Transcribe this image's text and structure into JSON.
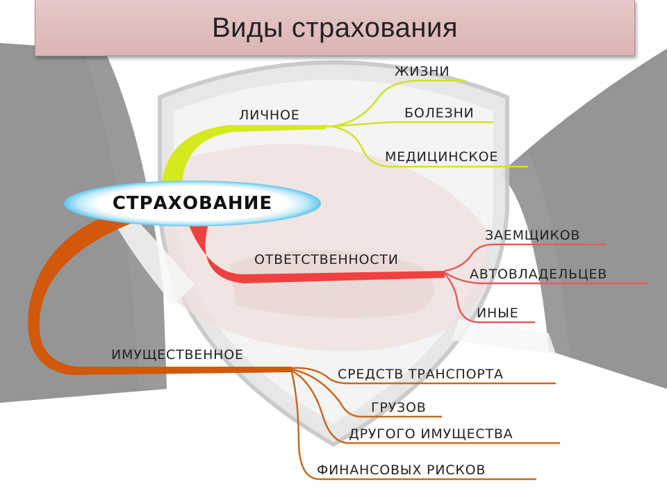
{
  "title": "Виды страхования",
  "center": "СТРАХОВАНИЕ",
  "branches": {
    "personal": {
      "label": "ЛИЧНОЕ",
      "color": "#d4ea1e",
      "children": [
        "ЖИЗНИ",
        "БОЛЕЗНИ",
        "МЕДИЦИНСКОЕ"
      ]
    },
    "liability": {
      "label": "ОТВЕТСТВЕННОСТИ",
      "color": "#f04040",
      "children": [
        "ЗАЕМЩИКОВ",
        "АВТОВЛАДЕЛЬЦЕВ",
        "ИНЫЕ"
      ]
    },
    "property": {
      "label": "ИМУЩЕСТВЕННОЕ",
      "color": "#d2580a",
      "children": [
        "СРЕДСТВ ТРАНСПОРТА",
        "ГРУЗОВ",
        "ДРУГОГО ИМУЩЕСТВА",
        "ФИНАНСОВЫХ РИСКОВ"
      ]
    }
  }
}
